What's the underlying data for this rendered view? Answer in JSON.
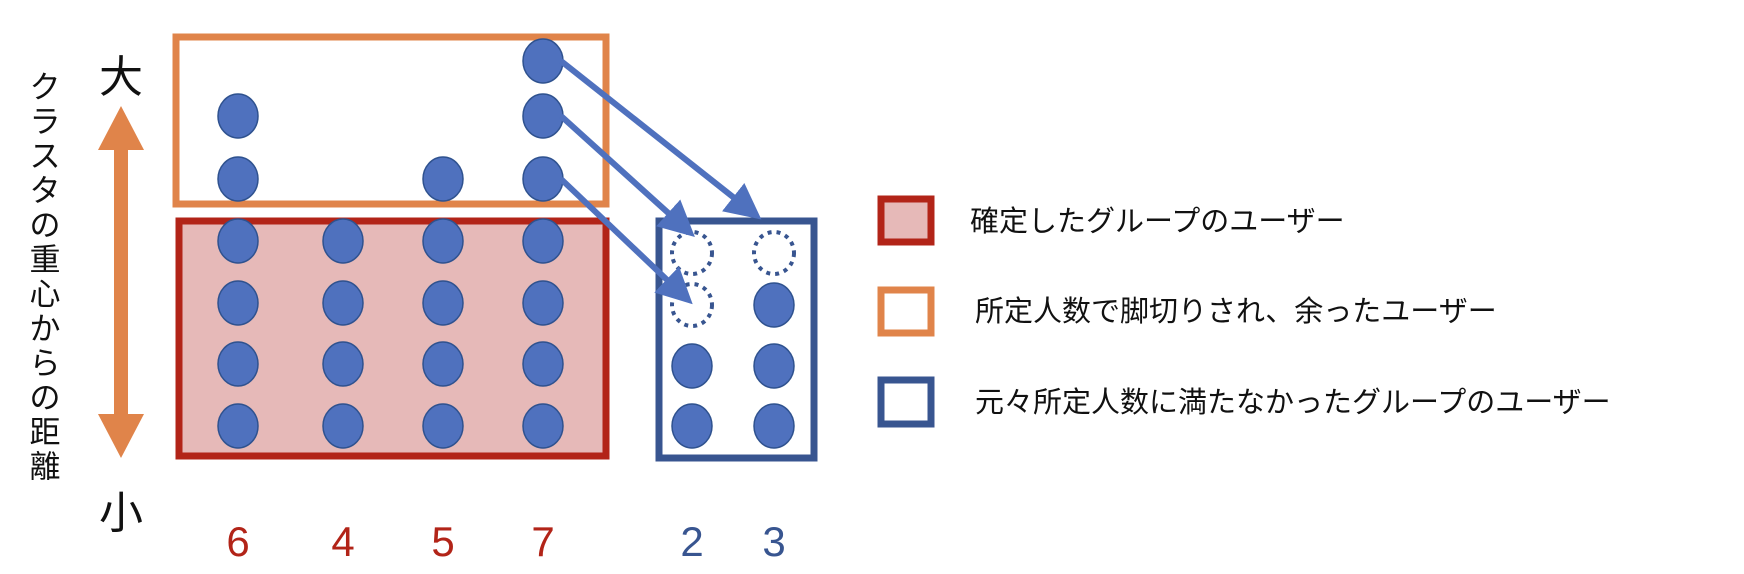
{
  "axis": {
    "title": "クラスタの重心からの距離",
    "top_label": "大",
    "bottom_label": "小"
  },
  "columns": [
    {
      "label": "6",
      "group": "confirmed",
      "confirmed_count": 4,
      "overflow_count": 2
    },
    {
      "label": "4",
      "group": "confirmed",
      "confirmed_count": 4,
      "overflow_count": 0
    },
    {
      "label": "5",
      "group": "confirmed",
      "confirmed_count": 4,
      "overflow_count": 1
    },
    {
      "label": "7",
      "group": "confirmed",
      "confirmed_count": 4,
      "overflow_count": 3
    },
    {
      "label": "2",
      "group": "underfilled",
      "filled_count": 2,
      "empty_slots": 2
    },
    {
      "label": "3",
      "group": "underfilled",
      "filled_count": 3,
      "empty_slots": 1
    }
  ],
  "legend": [
    {
      "label": "確定したグループのユーザー",
      "border": "#B22418",
      "fill": "#E6B9B8"
    },
    {
      "label": "所定人数で脚切りされ、余ったユーザー",
      "border": "#E0844A",
      "fill": "#FFFFFF"
    },
    {
      "label": "元々所定人数に満たなかったグループのユーザー",
      "border": "#385590",
      "fill": "#FFFFFF"
    }
  ],
  "colors": {
    "user_dot": "#4F71BE",
    "user_dot_stroke": "#2F528F",
    "arrow": "#4F71BE",
    "axis_arrow": "#E0844A",
    "confirmed_label": "#B22418",
    "underfilled_label": "#385590"
  }
}
